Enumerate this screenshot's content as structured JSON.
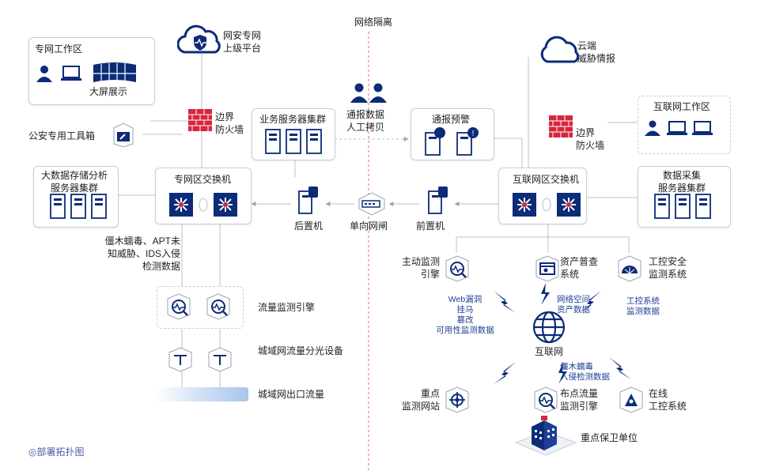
{
  "separator_label": "网络隔离",
  "left": {
    "police_platform": [
      "网安专网",
      "上级平台"
    ],
    "private_workspace": {
      "title": "专网工作区",
      "screen_label": "大屏展示"
    },
    "firewall": [
      "边界",
      "防火墙"
    ],
    "toolbox": "公安专用工具箱",
    "bigdata_cluster": [
      "大数据存储分析",
      "服务器集群"
    ],
    "switch": "专网区交换机",
    "service_cluster": "业务服务器集群",
    "rear_machine": "后置机",
    "threat_data": [
      "僵木蠕毒、APT未",
      "知威胁、IDS入侵",
      "检测数据"
    ],
    "flow_engine": "流量监测引擎",
    "splitter": "城域网流量分光设备",
    "egress": "城域网出口流量"
  },
  "center": {
    "report_copy": [
      "通报数据",
      "人工拷贝"
    ],
    "gateway": "单向网闸"
  },
  "right": {
    "cloud": [
      "云端",
      "威胁情报"
    ],
    "firewall": [
      "边界",
      "防火墙"
    ],
    "internet_workspace": "互联网工作区",
    "alert": "通报预警",
    "switch": "互联网区交换机",
    "collect_cluster": [
      "数据采集",
      "服务器集群"
    ],
    "front_machine": "前置机",
    "active_engine": [
      "主动监测",
      "引擎"
    ],
    "asset_system": [
      "资产普查",
      "系统"
    ],
    "ics_system": [
      "工控安全",
      "监测系统"
    ],
    "internet": "互联网",
    "web_data": [
      "Web漏洞",
      "挂马",
      "篡改",
      "可用性监测数据"
    ],
    "space_data": [
      "网络空间",
      "资产数据"
    ],
    "ics_data": [
      "工控系统",
      "监测数据"
    ],
    "malware_data": [
      "僵木蠕毒",
      "入侵检测数据"
    ],
    "key_site": [
      "重点",
      "监测网站"
    ],
    "deployed_engine": [
      "布点流量",
      "监测引擎"
    ],
    "online_ics": [
      "在线",
      "工控系统"
    ],
    "key_unit": "重点保卫单位"
  },
  "caption": "◎部署拓扑图",
  "colors": {
    "accent": "#1f3f95",
    "firewall": "#d7263d",
    "line": "#b9c0cb",
    "separator": "#e06b7a"
  }
}
